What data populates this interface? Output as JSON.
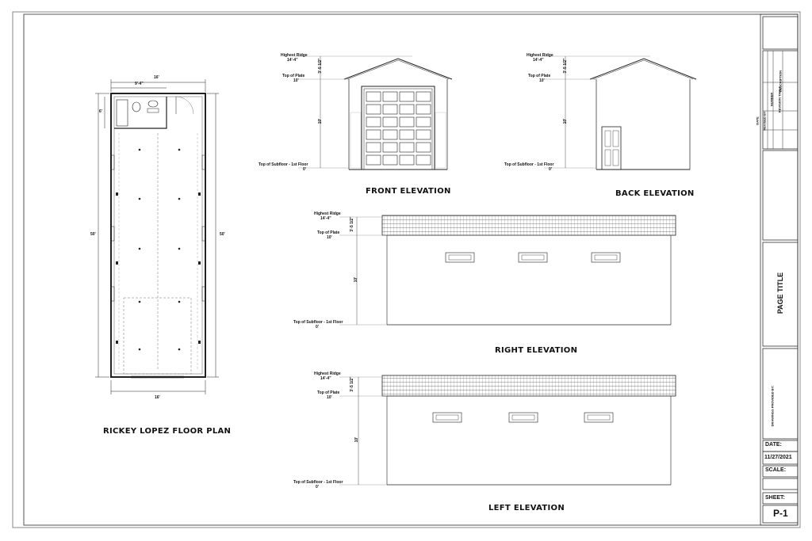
{
  "views": {
    "floor_plan": {
      "title": "RICKEY LOPEZ FLOOR PLAN",
      "dim_width_top": "16'",
      "dim_width_bottom": "16'",
      "dim_inner": "9'-4\"",
      "dim_length_left": "50'",
      "dim_length_right": "50'",
      "dim_bath": "6'"
    },
    "front": {
      "title": "FRONT ELEVATION",
      "ridge_label": "Highest Ridge",
      "ridge_value": "14'-4\"",
      "plate_label": "Top of Plate",
      "plate_value": "10'",
      "subfloor_label": "Top of Subfloor - 1st Floor",
      "subfloor_value": "0'",
      "dim_roof": "3'-5 1/2\"",
      "dim_wall": "10'"
    },
    "back": {
      "title": "BACK ELEVATION",
      "ridge_label": "Highest Ridge",
      "ridge_value": "14'-4\"",
      "plate_label": "Top of Plate",
      "plate_value": "10'",
      "subfloor_label": "Top of Subfloor - 1st Floor",
      "subfloor_value": "0'",
      "dim_roof": "3'-5 1/2\"",
      "dim_wall": "10'"
    },
    "right": {
      "title": "RIGHT ELEVATION",
      "ridge_label": "Highest Ridge",
      "ridge_value": "14'-4\"",
      "plate_label": "Top of Plate",
      "plate_value": "10'",
      "subfloor_label": "Top of Subfloor - 1st Floor",
      "subfloor_value": "0'",
      "dim_roof": "3'-5 1/2\"",
      "dim_wall": "10'"
    },
    "left": {
      "title": "LEFT ELEVATION",
      "ridge_label": "Highest Ridge",
      "ridge_value": "14'-4\"",
      "plate_label": "Top of Plate",
      "plate_value": "10'",
      "subfloor_label": "Top of Subfloor - 1st Floor",
      "subfloor_value": "0'",
      "dim_roof": "3'-5 1/2\"",
      "dim_wall": "10'"
    }
  },
  "title_block": {
    "revision_headers": [
      "REVISION TABLE",
      "NUMBER",
      "DATE",
      "REVISED BY",
      "DESCRIPTION"
    ],
    "page_title": "PAGE TITLE",
    "provided_by": "DRAWINGS PROVIDED BY:",
    "date_label": "DATE:",
    "date_value": "11/27/2021",
    "scale_label": "SCALE:",
    "scale_value": "",
    "sheet_label": "SHEET:",
    "sheet_value": "P-1"
  },
  "colors": {
    "line": "#222222",
    "light_line": "#888888",
    "background": "#ffffff"
  }
}
